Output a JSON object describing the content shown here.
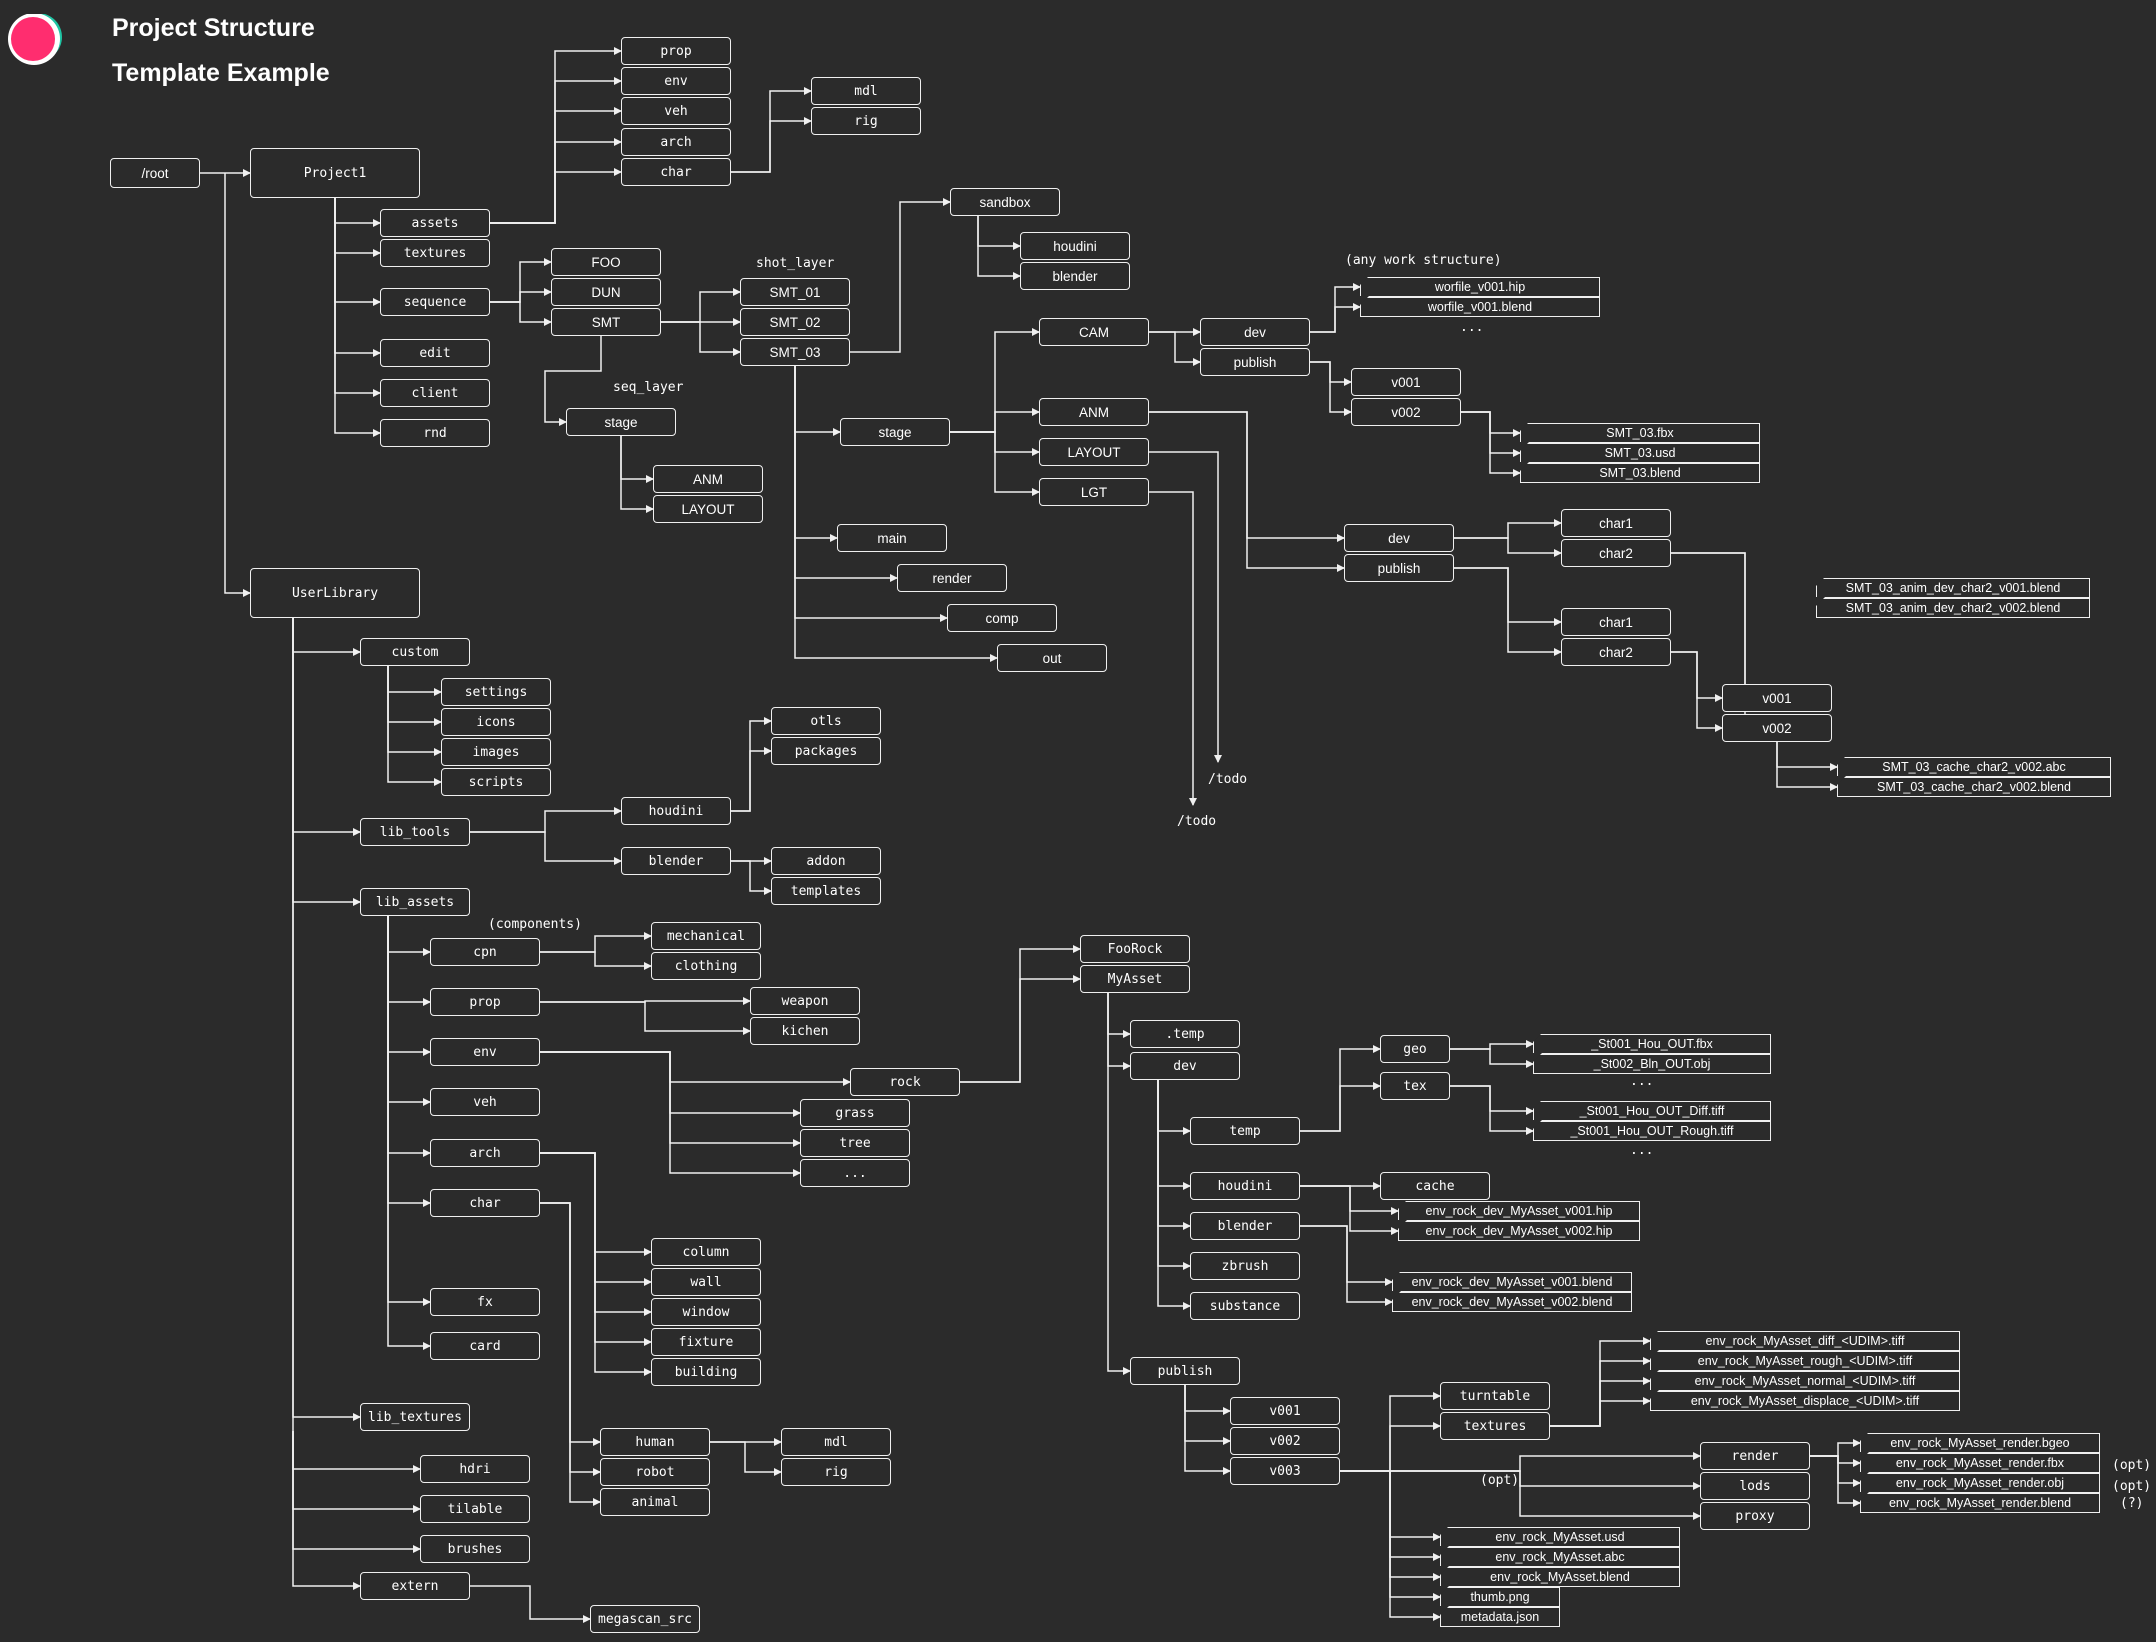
{
  "header": {
    "title": "Project Structure",
    "subtitle": "Template Example",
    "logo_colors": [
      "#ff2d6f",
      "#1fc4a4"
    ]
  },
  "nodes": {
    "root": "/root",
    "project1": "Project1",
    "assets": "assets",
    "textures": "textures",
    "sequence": "sequence",
    "edit": "edit",
    "client": "client",
    "rnd": "rnd",
    "prop": "prop",
    "env": "env",
    "veh": "veh",
    "arch": "arch",
    "char": "char",
    "mdl": "mdl",
    "rig": "rig",
    "foo": "FOO",
    "dun": "DUN",
    "smt": "SMT",
    "smt01": "SMT_01",
    "smt02": "SMT_02",
    "smt03": "SMT_03",
    "stage1": "stage",
    "anm1": "ANM",
    "layout1": "LAYOUT",
    "sandbox": "sandbox",
    "sb_houdini": "houdini",
    "sb_blender": "blender",
    "stage2": "stage",
    "main": "main",
    "render1": "render",
    "comp": "comp",
    "out": "out",
    "cam": "CAM",
    "anm2": "ANM",
    "layout2": "LAYOUT",
    "lgt": "LGT",
    "cam_dev": "dev",
    "cam_publish": "publish",
    "cam_v001": "v001",
    "cam_v002": "v002",
    "anm_dev": "dev",
    "anm_publish": "publish",
    "char1a": "char1",
    "char2a": "char2",
    "char1b": "char1",
    "char2b": "char2",
    "anm_v001": "v001",
    "anm_v002": "v002",
    "userlib": "UserLibrary",
    "custom": "custom",
    "settings": "settings",
    "icons": "icons",
    "images": "images",
    "scripts": "scripts",
    "lib_tools": "lib_tools",
    "lt_houdini": "houdini",
    "lt_blender": "blender",
    "otls": "otls",
    "packages": "packages",
    "addon": "addon",
    "templates": "templates",
    "lib_assets": "lib_assets",
    "cpn": "cpn",
    "la_prop": "prop",
    "la_env": "env",
    "la_veh": "veh",
    "la_arch": "arch",
    "la_char": "char",
    "fx": "fx",
    "card": "card",
    "mechanical": "mechanical",
    "clothing": "clothing",
    "weapon": "weapon",
    "kichen": "kichen",
    "rock": "rock",
    "grass": "grass",
    "tree": "tree",
    "env_more": "...",
    "column": "column",
    "wall": "wall",
    "window": "window",
    "fixture": "fixture",
    "building": "building",
    "human": "human",
    "robot": "robot",
    "animal": "animal",
    "la_mdl": "mdl",
    "la_rig": "rig",
    "foorock": "FooRock",
    "myasset": "MyAsset",
    "dot_temp": ".temp",
    "ma_dev": "dev",
    "temp": "temp",
    "geo": "geo",
    "tex": "tex",
    "ma_houdini": "houdini",
    "ma_blender": "blender",
    "zbrush": "zbrush",
    "substance": "substance",
    "cache": "cache",
    "ma_publish": "publish",
    "ma_v001": "v001",
    "ma_v002": "v002",
    "ma_v003": "v003",
    "turntable": "turntable",
    "ma_textures": "textures",
    "ma_render": "render",
    "lods": "lods",
    "proxy": "proxy",
    "lib_textures": "lib_textures",
    "hdri": "hdri",
    "tilable": "tilable",
    "brushes": "brushes",
    "extern": "extern",
    "megascan_src": "megascan_src"
  },
  "files": {
    "worfile_hip": "worfile_v001.hip",
    "worfile_blend": "worfile_v001.blend",
    "smt03_fbx": "SMT_03.fbx",
    "smt03_usd": "SMT_03.usd",
    "smt03_blend": "SMT_03.blend",
    "anim_v001": "SMT_03_anim_dev_char2_v001.blend",
    "anim_v002": "SMT_03_anim_dev_char2_v002.blend",
    "cache_abc": "SMT_03_cache_char2_v002.abc",
    "cache_blend": "SMT_03_cache_char2_v002.blend",
    "st001_fbx": "_St001_Hou_OUT.fbx",
    "st002_obj": "_St002_Bln_OUT.obj",
    "st001_diff": "_St001_Hou_OUT_Diff.tiff",
    "st001_rough": "_St001_Hou_OUT_Rough.tiff",
    "hip_v001": "env_rock_dev_MyAsset_v001.hip",
    "hip_v002": "env_rock_dev_MyAsset_v002.hip",
    "blend_v001": "env_rock_dev_MyAsset_v001.blend",
    "blend_v002": "env_rock_dev_MyAsset_v002.blend",
    "diff_tiff": "env_rock_MyAsset_diff_<UDIM>.tiff",
    "rough_tiff": "env_rock_MyAsset_rough_<UDIM>.tiff",
    "normal_tiff": "env_rock_MyAsset_normal_<UDIM>.tiff",
    "displace_tiff": "env_rock_MyAsset_displace_<UDIM>.tiff",
    "render_bgeo": "env_rock_MyAsset_render.bgeo",
    "render_fbx": "env_rock_MyAsset_render.fbx",
    "render_obj": "env_rock_MyAsset_render.obj",
    "render_blend": "env_rock_MyAsset_render.blend",
    "pub_usd": "env_rock_MyAsset.usd",
    "pub_abc": "env_rock_MyAsset.abc",
    "pub_blend": "env_rock_MyAsset.blend",
    "thumb": "thumb.png",
    "metadata": "metadata.json"
  },
  "labels": {
    "shot_layer": "shot_layer",
    "seq_layer": "seq_layer",
    "any_work": "(any work structure)",
    "dots1": "...",
    "dots2": "...",
    "dots3": "...",
    "todo1": "/todo",
    "todo2": "/todo",
    "components": "(components)",
    "opt1": "(opt)",
    "opt2": "(opt)",
    "opt3": "(opt)",
    "q": "(?)"
  }
}
